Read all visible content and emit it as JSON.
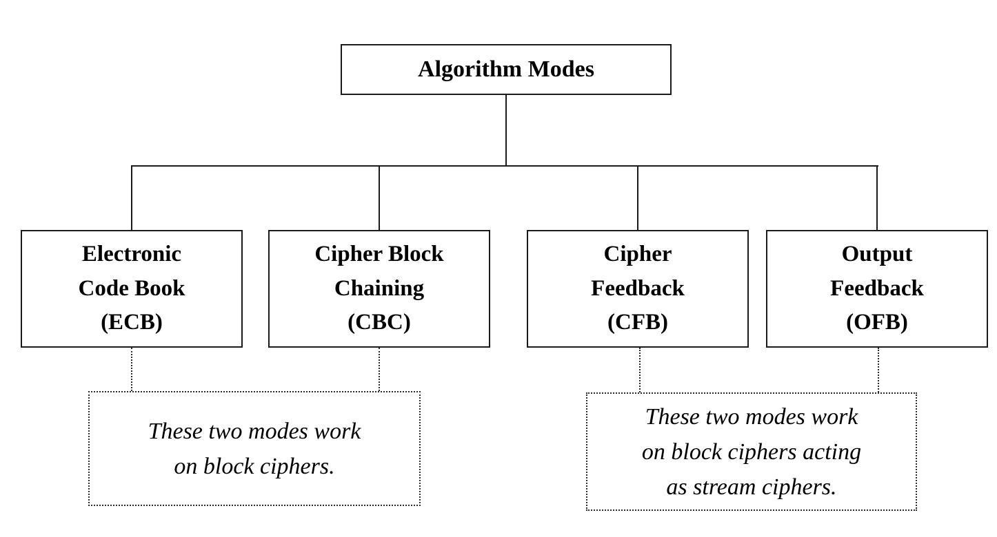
{
  "diagram": {
    "title": "Algorithm Modes",
    "root": {
      "label": "Algorithm Modes"
    },
    "children": [
      {
        "id": "ecb",
        "label": "Electronic\nCode Book\n(ECB)"
      },
      {
        "id": "cbc",
        "label": "Cipher Block\nChaining\n(CBC)"
      },
      {
        "id": "cfb",
        "label": "Cipher\nFeedback\n(CFB)"
      },
      {
        "id": "ofb",
        "label": "Output\nFeedback\n(OFB)"
      }
    ],
    "notes": [
      {
        "text": "These two modes work\non block ciphers."
      },
      {
        "text": "These two modes work\non block ciphers acting\nas stream ciphers."
      }
    ],
    "colors": {
      "background": "#ffffff",
      "line": "#1a1a1a",
      "text": "#000000"
    }
  }
}
